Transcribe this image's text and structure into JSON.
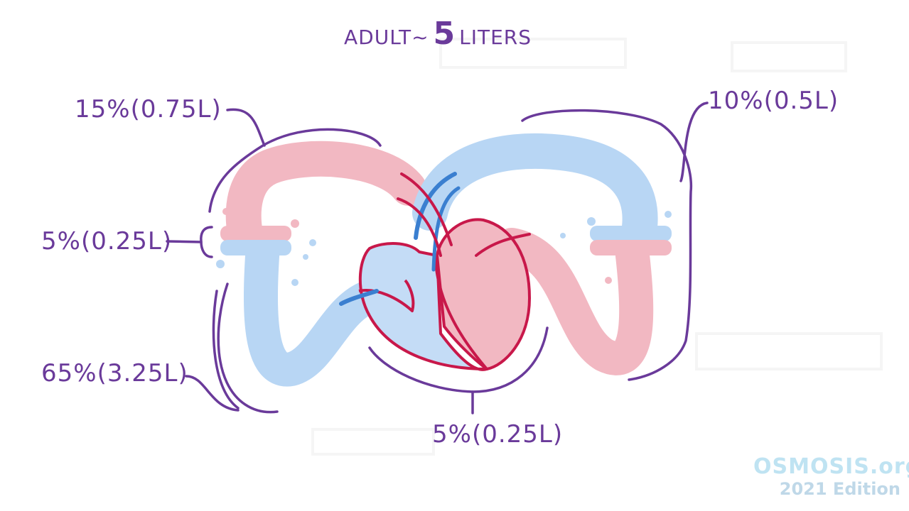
{
  "title": {
    "prefix": "ADULT",
    "tilde": "~",
    "amount": "5",
    "unit": "LITERS"
  },
  "labels": {
    "arteries_top": "15%(0.75L)",
    "capillaries": "5%(0.25L)",
    "veins": "65%(3.25L)",
    "heart": "5%(0.25L)",
    "pulmonary": "10%(0.5L)"
  },
  "logo": {
    "brand": "OSMOSIS.org",
    "edition": "2021 Edition"
  },
  "colors": {
    "bracket": "#6a3a9a",
    "oxygenated": "#f2b8c2",
    "deoxygenated": "#b8d6f4",
    "heart_outline": "#c8184a",
    "vessel_blue": "#3a7fd0"
  }
}
